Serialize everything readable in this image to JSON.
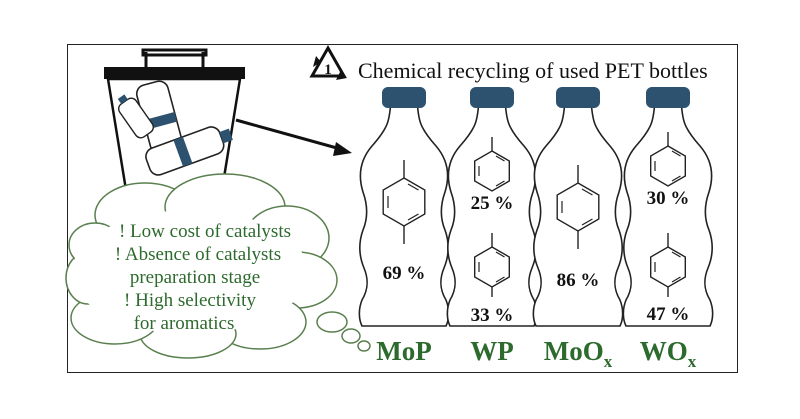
{
  "title": "Chemical recycling of used PET bottles",
  "recycle_code": "1",
  "cloud_lines": [
    "! Low cost of catalysts",
    "! Absence of catalysts",
    "preparation stage",
    "! High selectivity",
    "for aromatics"
  ],
  "catalysts": [
    {
      "name": "MoP",
      "sub": "",
      "values": [
        "69 %"
      ]
    },
    {
      "name": "WP",
      "sub": "",
      "values": [
        "25 %",
        "33 %"
      ]
    },
    {
      "name": "MoO",
      "sub": "x",
      "values": [
        "86 %"
      ]
    },
    {
      "name": "WO",
      "sub": "x",
      "values": [
        "30 %",
        "47 %"
      ]
    }
  ],
  "colors": {
    "text_green": "#2d6a2d",
    "cap_blue": "#2c5270",
    "cloud_line": "#5a7f4e"
  }
}
